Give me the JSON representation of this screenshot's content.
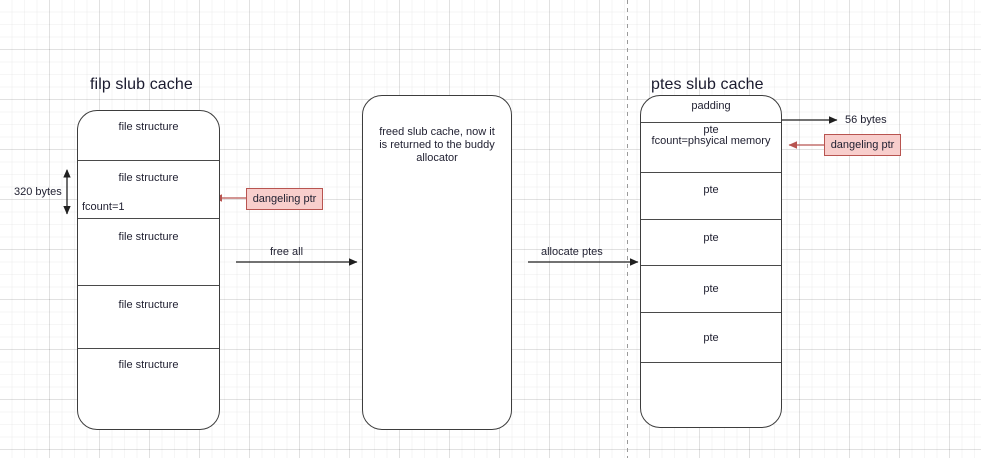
{
  "diagram": {
    "title_left": "filp slub cache",
    "title_center": "",
    "title_right": "ptes slub cache",
    "colors": {
      "note_fill": "#f8cecc",
      "note_border": "#b85450",
      "box_border": "#3d3d3d",
      "grid_minor": "#f0f0f0",
      "grid_major": "#e0e0e0"
    }
  },
  "left_cache": {
    "title": "filp slub cache",
    "rows": [
      {
        "label": "file structure",
        "sub": ""
      },
      {
        "label": "file structure",
        "sub": "fcount=1"
      },
      {
        "label": "file structure",
        "sub": ""
      },
      {
        "label": "file structure",
        "sub": ""
      },
      {
        "label": "file structure",
        "sub": ""
      }
    ],
    "measure": {
      "label": "320 bytes"
    },
    "note": {
      "label": "dangeling ptr"
    }
  },
  "center_box": {
    "line1": "freed slub cache, now it",
    "line2": "is returned to the buddy",
    "line3": "allocator"
  },
  "right_cache": {
    "title": "ptes slub cache",
    "padding_label": "padding",
    "rows": [
      {
        "label": "pte",
        "sub": "fcount=phsyical memory"
      },
      {
        "label": "pte",
        "sub": ""
      },
      {
        "label": "pte",
        "sub": ""
      },
      {
        "label": "pte",
        "sub": ""
      },
      {
        "label": "pte",
        "sub": ""
      },
      {
        "label": "",
        "sub": ""
      }
    ],
    "measure": {
      "label": "56 bytes"
    },
    "note": {
      "label": "dangeling ptr"
    }
  },
  "arrows": {
    "free_all": "free all",
    "allocate_ptes": "allocate ptes"
  }
}
